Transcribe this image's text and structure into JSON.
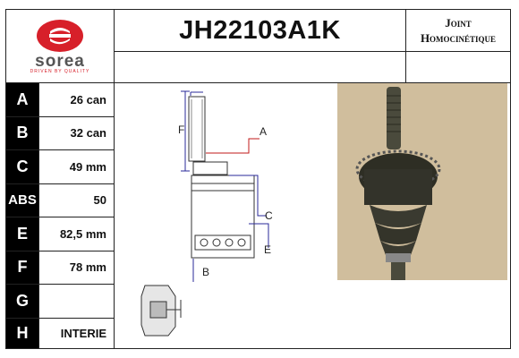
{
  "brand": {
    "name": "sorea",
    "tagline": "DRIVEN BY QUALITY",
    "colors": {
      "red": "#d7202a",
      "grey": "#555555"
    }
  },
  "header": {
    "part_number": "JH22103A1K",
    "type_line1": "Joint",
    "type_line2": "Homocinétique"
  },
  "specs": [
    {
      "letter": "A",
      "value": "26 can"
    },
    {
      "letter": "B",
      "value": "32 can"
    },
    {
      "letter": "C",
      "value": "49 mm"
    },
    {
      "letter": "ABS",
      "value": "50"
    },
    {
      "letter": "E",
      "value": "82,5 mm"
    },
    {
      "letter": "F",
      "value": "78 mm"
    },
    {
      "letter": "G",
      "value": ""
    },
    {
      "letter": "H",
      "value": "INTERIE"
    }
  ],
  "diagram": {
    "labels": {
      "A": "A",
      "B": "B",
      "C": "C",
      "E": "E",
      "F": "F"
    },
    "colors": {
      "line": "#333333",
      "pointer": "#2a2a9a",
      "accent": "#c01818"
    }
  }
}
